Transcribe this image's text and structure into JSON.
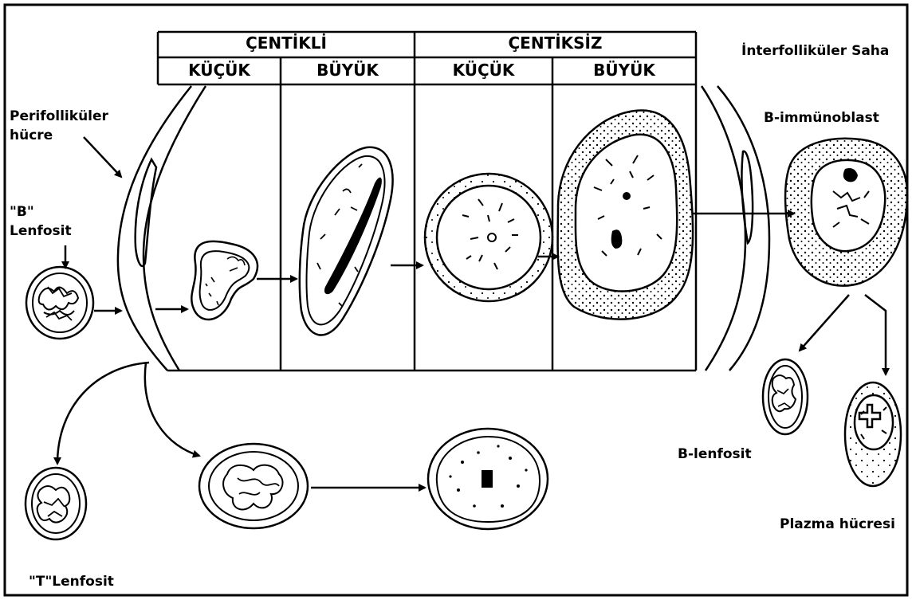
{
  "colors": {
    "ink": "#000000",
    "background": "#ffffff"
  },
  "header": {
    "group_notched": "ÇENTİKLİ",
    "group_non_notched": "ÇENTİKSİZ",
    "sub_small_1": "KÜÇÜK",
    "sub_large_1": "BÜYÜK",
    "sub_small_2": "KÜÇÜK",
    "sub_large_2": "BÜYÜK"
  },
  "labels": {
    "interfollicular": "İnterfolliküler Saha",
    "perifollicular_line1": "Perifolliküler",
    "perifollicular_line2": "hücre",
    "b_lymph_line1": "\"B\"",
    "b_lymph_line2": "Lenfosit",
    "t_lymph": "\"T\"Lenfosit",
    "immunoblast": "B-immünoblast",
    "b_lenfosit": "B-lenfosit",
    "plasma": "Plazma hücresi"
  }
}
